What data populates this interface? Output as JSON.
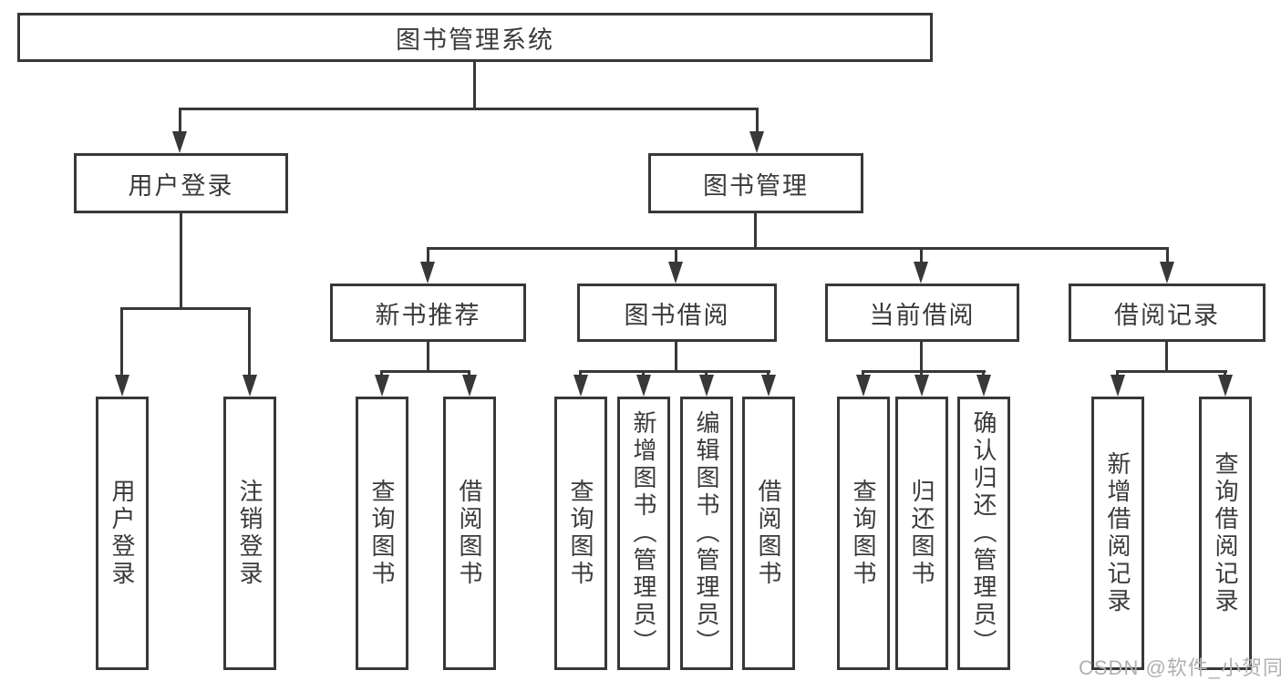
{
  "chart": {
    "root": "图书管理系统",
    "branches": {
      "user_login": {
        "label": "用户登录",
        "children": [
          "用户登录",
          "注销登录"
        ]
      },
      "book_management": {
        "label": "图书管理",
        "groups": {
          "new_book_recommend": {
            "label": "新书推荐",
            "children": [
              "查询图书",
              "借阅图书"
            ]
          },
          "book_borrow": {
            "label": "图书借阅",
            "children": [
              "查询图书",
              "新增图书（管理员）",
              "编辑图书（管理员）",
              "借阅图书"
            ]
          },
          "current_borrow": {
            "label": "当前借阅",
            "children": [
              "查询图书",
              "归还图书",
              "确认归还（管理员）"
            ]
          },
          "borrow_records": {
            "label": "借阅记录",
            "children": [
              "新增借阅记录",
              "查询借阅记录"
            ]
          }
        }
      }
    },
    "watermark": "CSDN @软件_小贺同学",
    "colors": {
      "line": "#383838",
      "text": "#3a3a3a",
      "watermark": "#b0b0b0",
      "background": "#ffffff"
    }
  }
}
